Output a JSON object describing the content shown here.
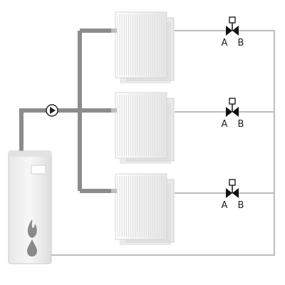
{
  "colors": {
    "supply_pipe": "#8c8c8c",
    "return_pipe": "#bdbdbd",
    "valve": "#111111",
    "boiler_body": "#f2f2f2",
    "boiler_shade": "#d8d8d8",
    "flame": "#8a8a8a",
    "radiator": "#f7f7f7",
    "radiator_shade": "#cfcfcf"
  },
  "icons": {
    "pump": "pump-icon",
    "flame": "flame-icon",
    "drop": "oil-drop-icon",
    "valve": "three-way-valve-icon"
  },
  "valves": [
    {
      "port_a": "A",
      "port_b": "B"
    },
    {
      "port_a": "A",
      "port_b": "B"
    },
    {
      "port_a": "A",
      "port_b": "B"
    }
  ]
}
